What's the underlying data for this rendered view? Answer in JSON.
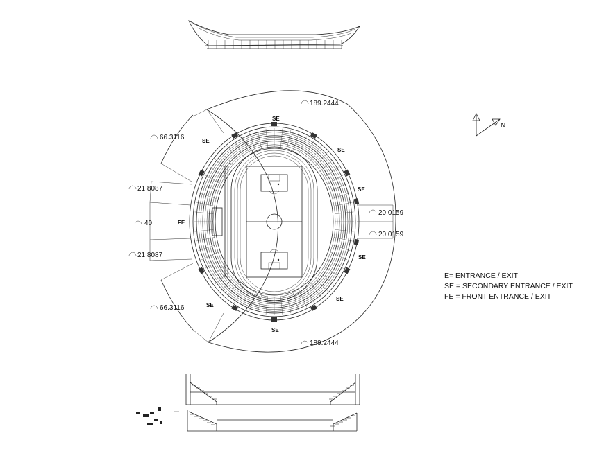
{
  "dimensions": {
    "top_arc": "189.2444",
    "bottom_arc": "189.2444",
    "upper_left_arc": "66.3116",
    "lower_left_arc": "66.3116",
    "left_upper_small": "21.8087",
    "left_lower_small": "21.8087",
    "left_center": "40",
    "right_upper": "20.0159",
    "right_lower": "20.0159"
  },
  "entrance_tags": {
    "fe": "FE",
    "se_top": "SE",
    "se_upper_left": "SE",
    "se_upper_right": "SE",
    "se_right_upper": "SE",
    "se_right_lower": "SE",
    "se_lower_right": "SE",
    "se_lower_left": "SE",
    "se_bottom": "SE"
  },
  "north_label": "N",
  "legend": [
    "E= ENTRANCE / EXIT",
    "SE = SECONDARY ENTRANCE / EXIT",
    "FE = FRONT ENTRANCE / EXIT"
  ],
  "colors": {
    "line": "#222222",
    "background": "#ffffff"
  }
}
